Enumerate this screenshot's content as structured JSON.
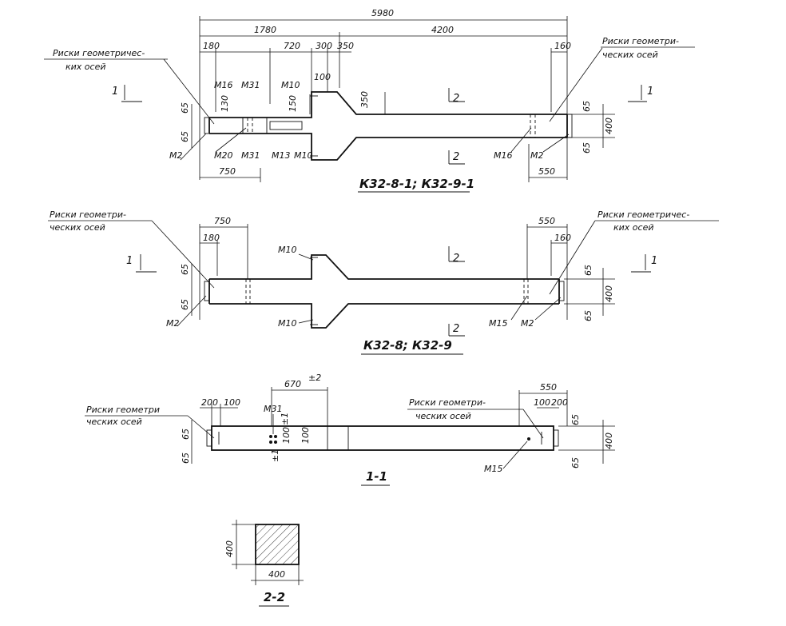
{
  "view1": {
    "title": "К32-8-1; К32-9-1",
    "dims": {
      "total": "5980",
      "left": "1780",
      "right": "4200",
      "d180": "180",
      "d720": "720",
      "d300": "300",
      "d350": "350",
      "d160": "160",
      "d100": "100",
      "d350v": "350",
      "d150": "150",
      "d130": "130",
      "d65a": "65",
      "d65b": "65",
      "d65c": "65",
      "d65d": "65",
      "d400": "400",
      "d750": "750",
      "d550": "550"
    },
    "marks": {
      "m16a": "М16",
      "m31a": "М31",
      "m10a": "М10",
      "m20": "М20",
      "m31b": "М31",
      "m13": "М13",
      "m10b": "М10",
      "m2a": "М2",
      "m16b": "М16",
      "m2b": "М2"
    },
    "risk_left_1": "Риски геометричес-",
    "risk_left_2": "ких осей",
    "risk_right_1": "Риски геометри-",
    "risk_right_2": "ческих осей",
    "sec1": "1",
    "sec1r": "1",
    "sec2": "2",
    "sec2b": "2"
  },
  "view2": {
    "title": "К32-8; К32-9",
    "dims": {
      "d750": "750",
      "d180": "180",
      "d550": "550",
      "d160": "160",
      "d65a": "65",
      "d65b": "65",
      "d65c": "65",
      "d65d": "65",
      "d400": "400"
    },
    "marks": {
      "m10a": "М10",
      "m10b": "М10",
      "m2a": "М2",
      "m15": "М15",
      "m2b": "М2"
    },
    "risk_left_1": "Риски геометри-",
    "risk_left_2": "ческих осей",
    "risk_right_1": "Риски геометричес-",
    "risk_right_2": "ких осей",
    "sec1": "1",
    "sec1r": "1",
    "sec2": "2",
    "sec2b": "2"
  },
  "view3": {
    "title": "1-1",
    "dims": {
      "d200": "200",
      "d100": "100",
      "d670": "670",
      "pm2": "±2",
      "d100v": "100",
      "d100v2": "100",
      "pm1a": "±1",
      "pm1b": "±1",
      "d550": "550",
      "d100r": "100",
      "d200r": "200",
      "d65a": "65",
      "d65b": "65",
      "d65c": "65",
      "d65d": "65",
      "d400": "400"
    },
    "marks": {
      "m31": "М31",
      "m15": "М15"
    },
    "risk_left_1": "Риски геометри",
    "risk_left_2": "ческих осей",
    "risk_right_1": "Риски геометри-",
    "risk_right_2": "ческих осей"
  },
  "view4": {
    "title": "2-2",
    "dims": {
      "h": "400",
      "w": "400"
    }
  }
}
